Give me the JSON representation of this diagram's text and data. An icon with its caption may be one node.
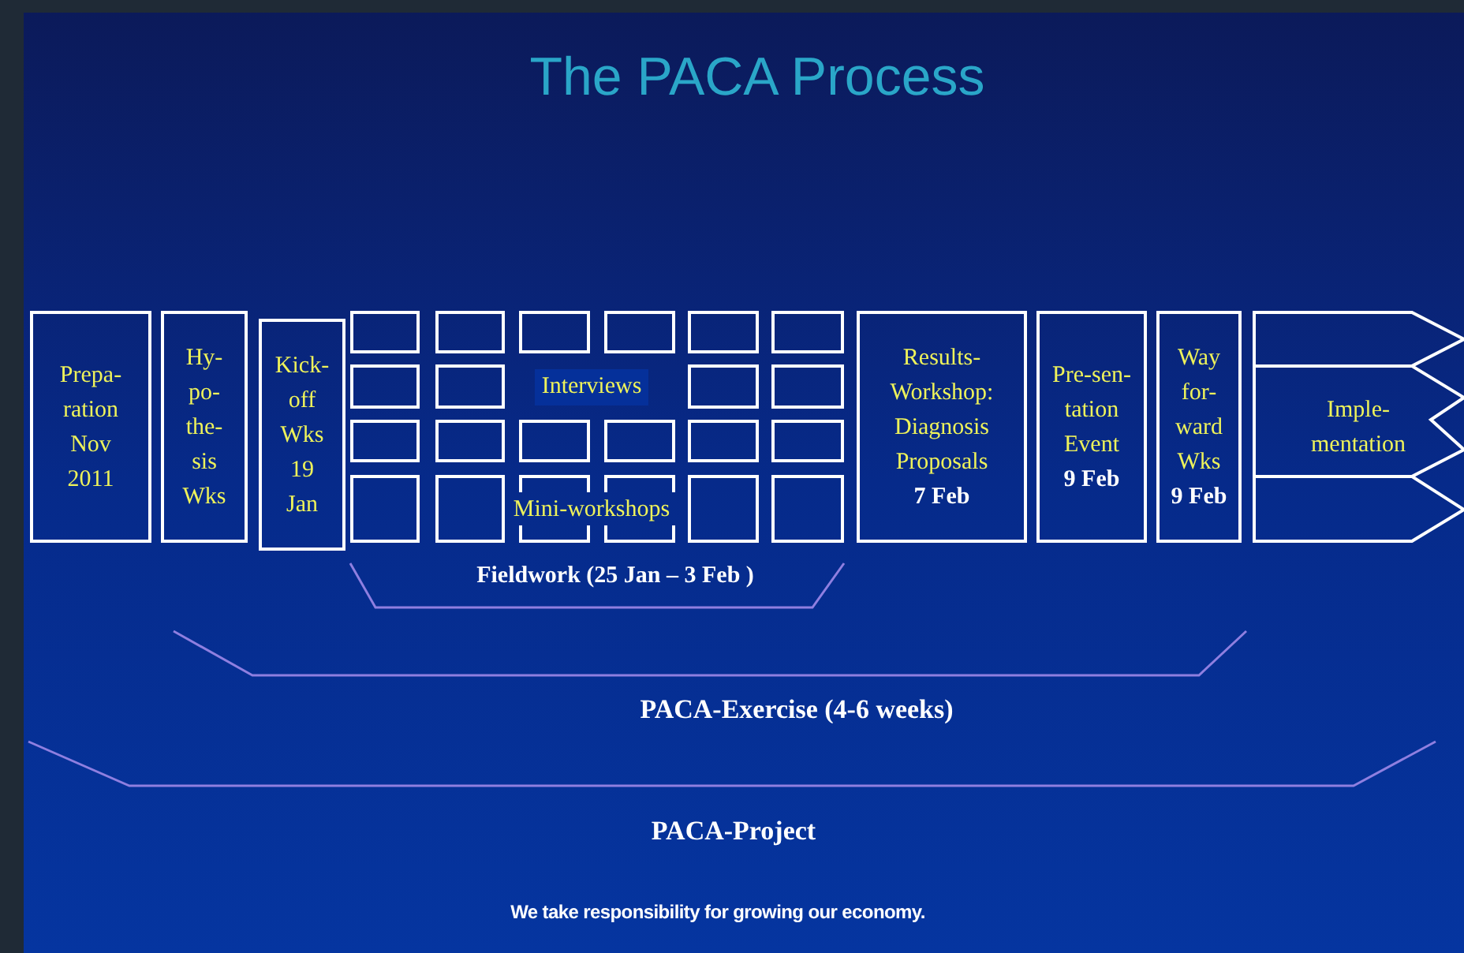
{
  "diagram": {
    "title": "The PACA Process",
    "nodes": [
      {
        "text": [
          "Prepa-ration Nov 2011"
        ]
      },
      {
        "text": [
          "Hy-po-the-sis Wks"
        ]
      },
      {
        "text": [
          "Kick-off Wks 19 Jan"
        ]
      },
      {
        "text": [],
        "shape": "box"
      },
      {
        "text": [],
        "shape": "box"
      },
      {
        "text": [],
        "shape": "box"
      },
      {
        "text": [],
        "shape": "box"
      },
      {
        "text": [],
        "shape": "box"
      },
      {
        "text": [],
        "shape": "box"
      },
      {
        "text": [],
        "shape": "box"
      },
      {
        "text": [],
        "shape": "box"
      },
      {
        "text": [],
        "shape": "box"
      },
      {
        "text": [],
        "shape": "box"
      },
      {
        "text": [],
        "shape": "box"
      },
      {
        "text": [],
        "shape": "box"
      },
      {
        "text": [],
        "shape": "box"
      },
      {
        "text": [],
        "shape": "box"
      },
      {
        "text": [],
        "shape": "box"
      },
      {
        "text": [],
        "shape": "box"
      },
      {
        "text": [],
        "shape": "box"
      },
      {
        "text": [],
        "shape": "box"
      },
      {
        "text": [],
        "shape": "box"
      },
      {
        "text": [],
        "shape": "box"
      },
      {
        "text": [],
        "shape": "box"
      },
      {
        "text": [],
        "shape": "box"
      },
      {
        "text": [
          "Results-Workshop: Diagnosis Proposals",
          "7 Feb"
        ]
      },
      {
        "text": [
          "Pre-sen-tation Event",
          "9 Feb"
        ]
      },
      {
        "text": [
          "Way for-ward Wks",
          "9 Feb"
        ]
      },
      {
        "text": [
          "Imple-mentation"
        ]
      }
    ],
    "labels": [
      "Interviews",
      "Mini-workshops",
      "Fieldwork (25 Jan – 3 Feb )",
      "PACA-Exercise (4-6 weeks)",
      "PACA-Project",
      "We take responsibility  for growing our economy."
    ]
  }
}
